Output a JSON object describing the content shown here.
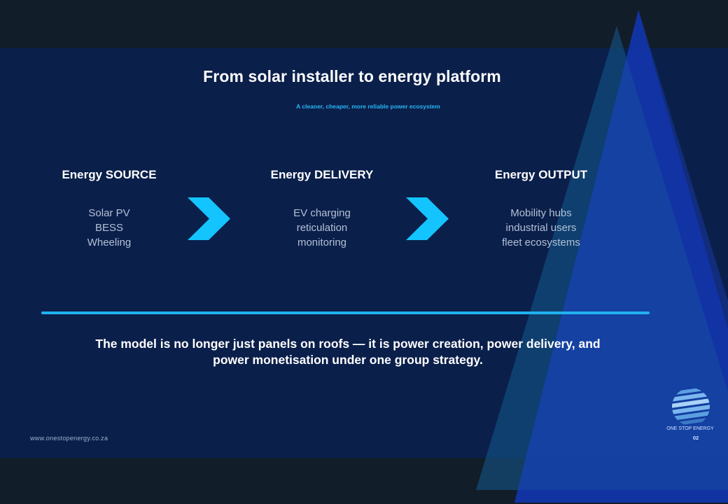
{
  "header": {
    "title": "From solar installer to energy platform",
    "subtitle": "A cleaner, cheaper, more reliable power ecosystem"
  },
  "columns": [
    {
      "heading": "Energy SOURCE",
      "items": [
        "Solar PV",
        "BESS",
        "Wheeling"
      ]
    },
    {
      "heading": "Energy DELIVERY",
      "items": [
        "EV charging",
        "reticulation",
        "monitoring"
      ]
    },
    {
      "heading": "Energy OUTPUT",
      "items": [
        "Mobility hubs",
        "industrial users",
        "fleet ecosystems"
      ]
    }
  ],
  "summary": {
    "line1": "The model is no longer just panels on roofs — it is power creation, power delivery, and",
    "line2": "power monetisation under one group strategy."
  },
  "footer": {
    "url": "www.onestopenergy.co.za",
    "brand": "ONE STOP ENERGY",
    "page_number": "02"
  },
  "icons": {
    "arrow": "chevron-right-icon",
    "logo": "globe-logo-icon"
  },
  "colors": {
    "background": "#0a1f4a",
    "band": "#121d2a",
    "accent": "#20b2f0",
    "chevron": "#14c4ff"
  }
}
